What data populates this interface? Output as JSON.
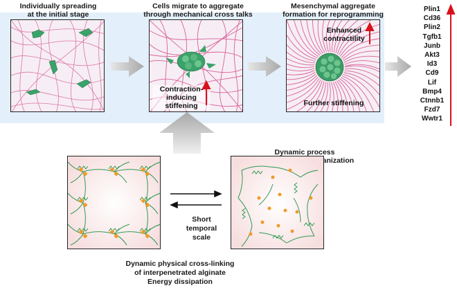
{
  "stages": [
    {
      "label": "Individually spreading\nat the initial stage"
    },
    {
      "label": "Cells migrate to aggregate\nthrough mechanical cross talks",
      "inner_label": "Contraction-\ninducing\nstiffening"
    },
    {
      "label": "Mesenchymal aggregate\nformation for reprogramming",
      "inner_label_top": "Enhanced\ncontractility",
      "inner_label_bottom": "Further stiffening"
    }
  ],
  "genes": [
    "Plin1",
    "Cd36",
    "Plin2",
    "Tgfb1",
    "Junb",
    "Akt3",
    "Id3",
    "Cd9",
    "Lif",
    "Bmp4",
    "Ctnnb1",
    "Fzd7",
    "Wwtr1"
  ],
  "dynamic_label": "Dynamic process\nduring matrix reorganization",
  "short_label": "Short\ntemporal\nscale",
  "bottom_caption": "Dynamic physical cross-linking\nof interpenetrated alginate\nEnergy dissipation",
  "colors": {
    "fiber": "#d9609a",
    "cell": "#3aa36a",
    "network": "#2f9a55",
    "dot": "#f09a2a",
    "arrow_red": "#d8111a",
    "band": "#e3f0fb"
  }
}
